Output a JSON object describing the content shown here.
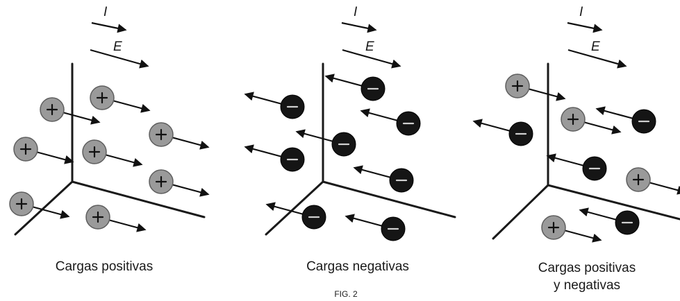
{
  "figure_label": "FIG. 2",
  "vector_labels": {
    "current": "I",
    "field": "E"
  },
  "panels": [
    {
      "caption": [
        "Cargas positivas"
      ],
      "charge_types": [
        "positive"
      ]
    },
    {
      "caption": [
        "Cargas negativas"
      ],
      "charge_types": [
        "negative"
      ]
    },
    {
      "caption": [
        "Cargas positivas",
        "y negativas"
      ],
      "charge_types": [
        "positive",
        "negative"
      ]
    }
  ],
  "colors": {
    "positive_charge": "#9a9a9a",
    "negative_charge": "#151515",
    "ink": "#111111"
  }
}
